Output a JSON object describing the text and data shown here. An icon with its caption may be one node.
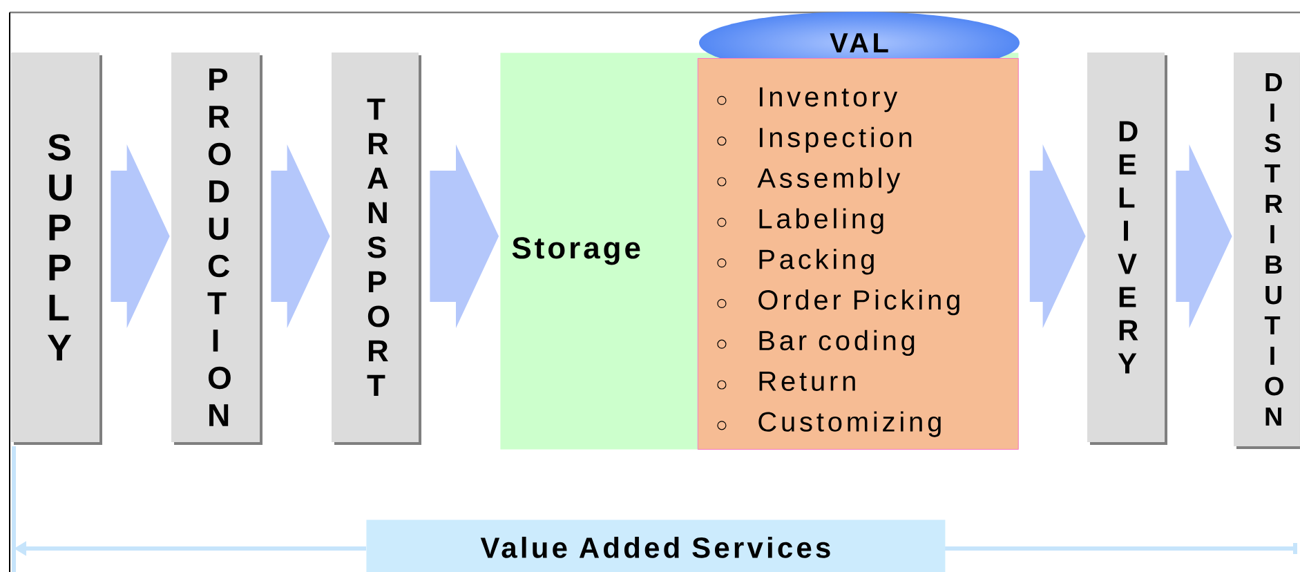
{
  "diagram": {
    "nodes": [
      {
        "text": [
          "SUPPLY"
        ]
      },
      {
        "text": [
          "PRODUCTION"
        ]
      },
      {
        "text": [
          "TRANSPORT"
        ]
      },
      {
        "text": [
          "Storage"
        ]
      },
      {
        "text": [
          "VAL"
        ]
      },
      {
        "text": [
          "Inventory",
          "Inspection",
          "Assembly",
          "Labeling",
          "Packing",
          "Order Picking",
          "Bar coding",
          "Return",
          "Customizing"
        ],
        "in": 3
      },
      {
        "text": [
          "DELIVERY"
        ]
      },
      {
        "text": [
          "DISTRIBUTION"
        ]
      },
      {
        "text": [
          "Value Added Services"
        ]
      }
    ],
    "edges": [
      {
        "from": 0,
        "to": 1,
        "arrow": "to"
      },
      {
        "from": 1,
        "to": 2,
        "arrow": "to"
      },
      {
        "from": 2,
        "to": 3,
        "arrow": "to"
      },
      {
        "from": 5,
        "to": 6,
        "arrow": "to"
      },
      {
        "from": 6,
        "to": 7,
        "arrow": "to"
      }
    ]
  }
}
